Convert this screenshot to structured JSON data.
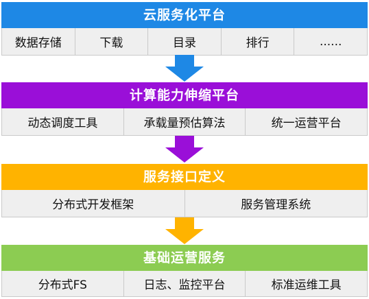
{
  "colors": {
    "cloud": "#1e88e5",
    "compute": "#9a0fd8",
    "service": "#ffb300",
    "base": "#8ccc52"
  },
  "layers": [
    {
      "title": "云服务化平台",
      "modules": [
        "数据存储",
        "下载",
        "目录",
        "排行",
        "......"
      ]
    },
    {
      "title": "计算能力伸缩平台",
      "modules": [
        "动态调度工具",
        "承载量预估算法",
        "统一运营平台"
      ]
    },
    {
      "title": "服务接口定义",
      "modules": [
        "分布式开发框架",
        "服务管理系统"
      ]
    },
    {
      "title": "基础运营服务",
      "modules": [
        "分布式FS",
        "日志、监控平台",
        "标准运维工具"
      ]
    }
  ]
}
